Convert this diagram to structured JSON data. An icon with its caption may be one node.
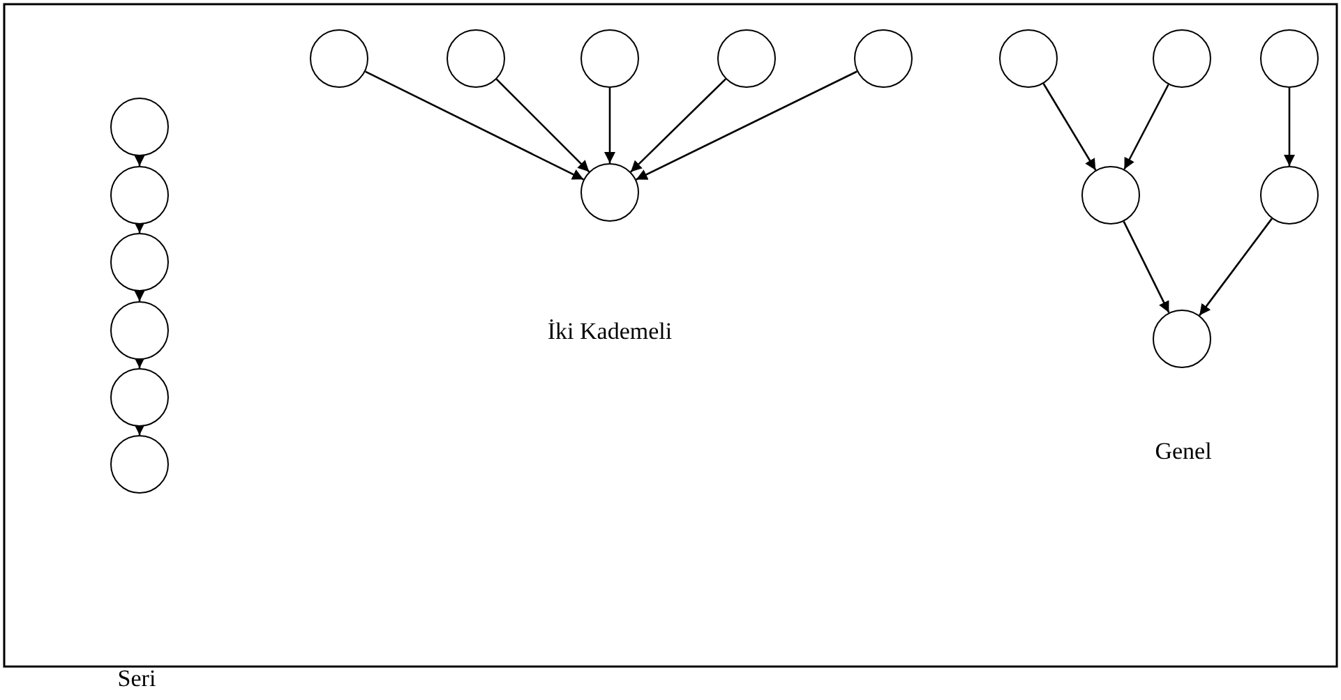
{
  "diagram": {
    "nodes": [
      {
        "text": [],
        "shape": "circle"
      },
      {
        "text": [],
        "shape": "circle"
      },
      {
        "text": [],
        "shape": "circle"
      },
      {
        "text": [],
        "shape": "circle"
      },
      {
        "text": [],
        "shape": "circle"
      },
      {
        "text": [],
        "shape": "circle"
      },
      {
        "text": [],
        "shape": "circle"
      },
      {
        "text": [],
        "shape": "circle"
      },
      {
        "text": [],
        "shape": "circle"
      },
      {
        "text": [],
        "shape": "circle"
      },
      {
        "text": [],
        "shape": "circle"
      },
      {
        "text": [],
        "shape": "circle"
      },
      {
        "text": [],
        "shape": "circle"
      },
      {
        "text": [],
        "shape": "circle"
      },
      {
        "text": [],
        "shape": "circle"
      },
      {
        "text": [],
        "shape": "circle"
      },
      {
        "text": [],
        "shape": "circle"
      },
      {
        "text": [],
        "shape": "circle"
      }
    ],
    "edges": [
      {
        "from": 0,
        "to": 1,
        "arrow": "to"
      },
      {
        "from": 1,
        "to": 2,
        "arrow": "to"
      },
      {
        "from": 2,
        "to": 3,
        "arrow": "to"
      },
      {
        "from": 3,
        "to": 4,
        "arrow": "to"
      },
      {
        "from": 4,
        "to": 5,
        "arrow": "to"
      },
      {
        "from": 6,
        "to": 11,
        "arrow": "to"
      },
      {
        "from": 7,
        "to": 11,
        "arrow": "to"
      },
      {
        "from": 8,
        "to": 11,
        "arrow": "to"
      },
      {
        "from": 9,
        "to": 11,
        "arrow": "to"
      },
      {
        "from": 10,
        "to": 11,
        "arrow": "to"
      },
      {
        "from": 12,
        "to": 15,
        "arrow": "to"
      },
      {
        "from": 13,
        "to": 15,
        "arrow": "to"
      },
      {
        "from": 14,
        "to": 16,
        "arrow": "to"
      },
      {
        "from": 15,
        "to": 17,
        "arrow": "to"
      },
      {
        "from": 16,
        "to": 17,
        "arrow": "to"
      }
    ],
    "labels": [
      "İki Kademeli",
      "Genel",
      "Seri"
    ]
  }
}
